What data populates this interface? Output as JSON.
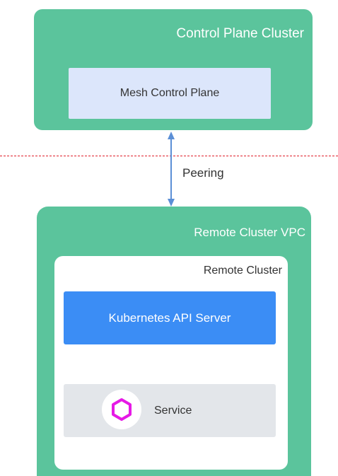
{
  "control_plane_cluster": {
    "title": "Control Plane Cluster",
    "mesh_control_plane_label": "Mesh Control Plane"
  },
  "link": {
    "peering_label": "Peering"
  },
  "remote_vpc": {
    "title": "Remote Cluster VPC",
    "remote_cluster": {
      "title": "Remote Cluster",
      "api_server_label": "Kubernetes API Server",
      "service_label": "Service"
    }
  },
  "colors": {
    "cluster_green": "#5bc49c",
    "mesh_box_blue": "#dce6fb",
    "api_server_blue": "#3b8df5",
    "service_gray": "#e3e6ea",
    "divider_red": "#e0202a",
    "arrow_blue": "#5b8fd6",
    "service_icon_magenta": "#e619e6"
  },
  "icons": {
    "peering_arrow": "double-arrow-icon",
    "service": "hexagon-icon"
  }
}
